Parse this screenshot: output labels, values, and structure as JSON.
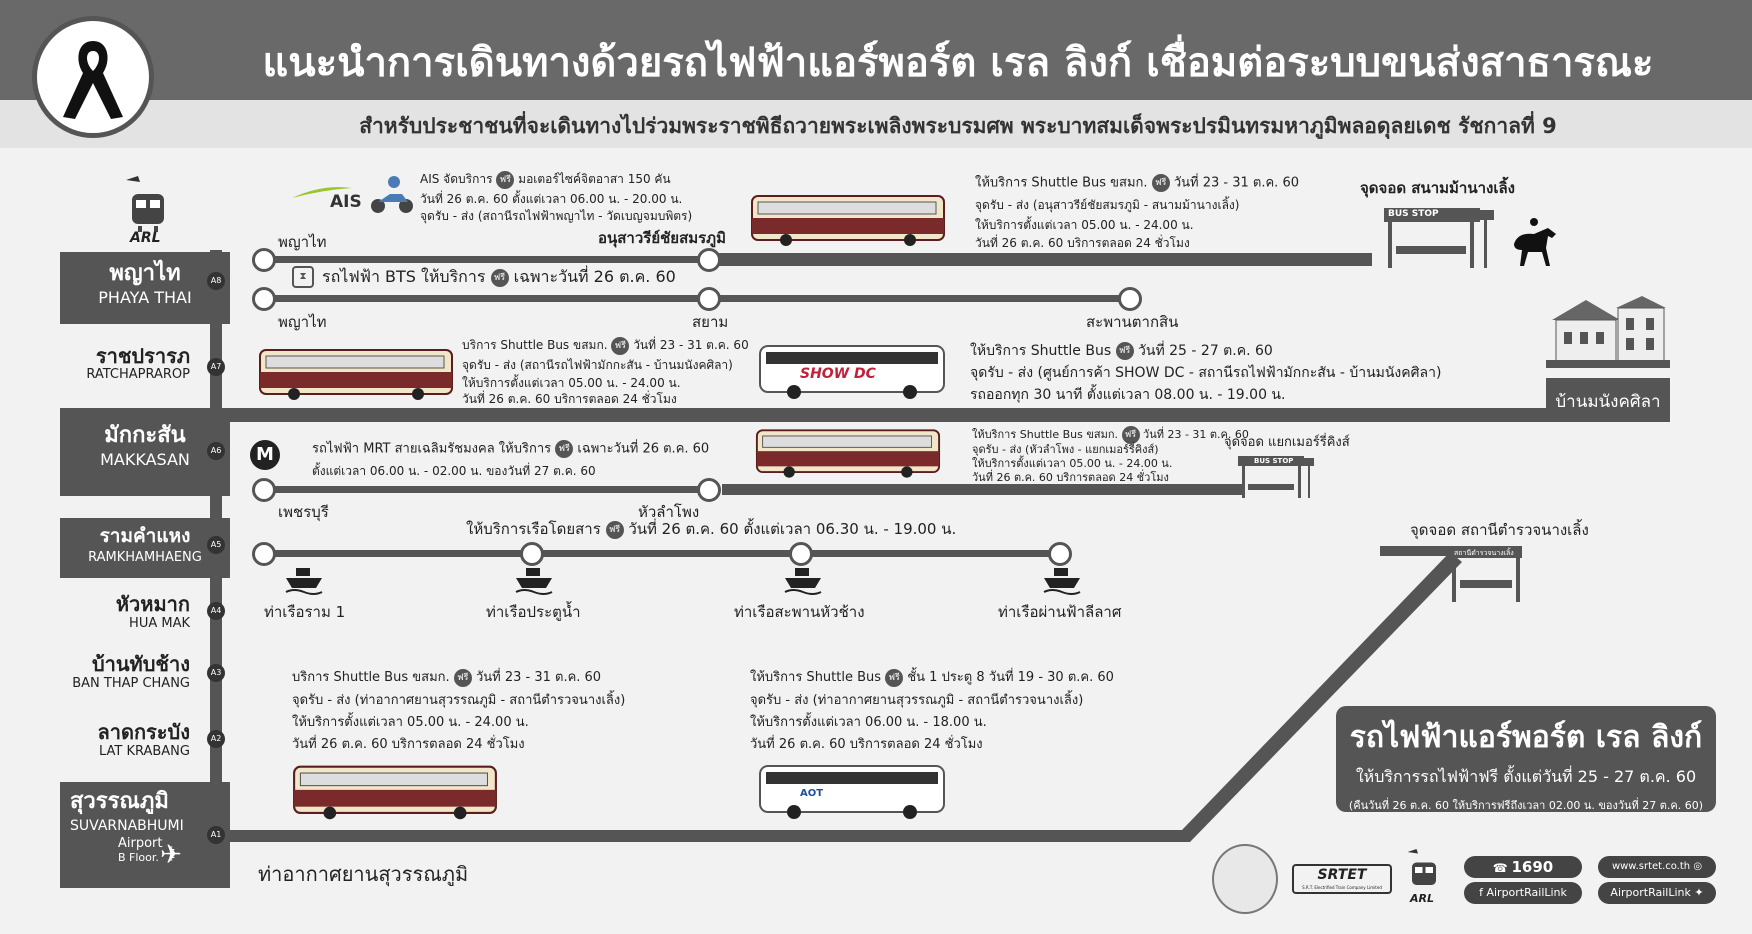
{
  "header": {
    "title": "แนะนำการเดินทางด้วยรถไฟฟ้าแอร์พอร์ต เรล ลิงก์ เชื่อมต่อระบบขนส่งสาธารณะ",
    "subtitle": "สำหรับประชาชนที่จะเดินทางไปร่วมพระราชพิธีถวายพระเพลิงพระบรมศพ พระบาทสมเด็จพระปรมินทรมหาภูมิพลอดุลยเดช รัชกาลที่ 9"
  },
  "arl_logo": "ARL",
  "stations": [
    {
      "th": "พญาไท",
      "en": "PHAYA THAI",
      "code": "A8"
    },
    {
      "th": "ราชปรารภ",
      "en": "RATCHAPRAROP",
      "code": "A7"
    },
    {
      "th": "มักกะสัน",
      "en": "MAKKASAN",
      "code": "A6"
    },
    {
      "th": "รามคำแหง",
      "en": "RAMKHAMHAENG",
      "code": "A5"
    },
    {
      "th": "หัวหมาก",
      "en": "HUA MAK",
      "code": "A4"
    },
    {
      "th": "บ้านทับช้าง",
      "en": "BAN THAP CHANG",
      "code": "A3"
    },
    {
      "th": "ลาดกระบัง",
      "en": "LAT KRABANG",
      "code": "A2"
    },
    {
      "th": "สุวรรณภูมิ",
      "en": "SUVARNABHUMI",
      "code": "A1",
      "extra1": "Airport",
      "extra2": "B Floor."
    }
  ],
  "free_label": "ฟรี",
  "ais": {
    "brand": "AIS",
    "l1a": "AIS จัดบริการ",
    "l1b": "มอเตอร์ไซค์จิตอาสา 150 คัน",
    "l2": "วันที่ 26 ต.ค. 60 ตั้งแต่เวลา 06.00 น. - 20.00 น.",
    "l3": "จุดรับ - ส่ง (สถานีรถไฟฟ้าพญาไท - วัดเบญจมบพิตร)"
  },
  "phayathai_line": {
    "start": "พญาไท",
    "end": "อนุสาวรีย์ชัยสมรภูมิ"
  },
  "shuttle_victory": {
    "l1a": "ให้บริการ Shuttle Bus ขสมก.",
    "l1b": "วันที่ 23 - 31 ต.ค. 60",
    "l2": "จุดรับ - ส่ง (อนุสาวรีย์ชัยสมรภูมิ - สนามม้านางเลิ้ง)",
    "l3": "ให้บริการตั้งแต่เวลา 05.00 น. - 24.00 น.",
    "l4": "วันที่ 26 ต.ค. 60 บริการตลอด 24 ชั่วโมง"
  },
  "stop_nangloeng": {
    "label": "จุดจอด สนามม้านางเลิ้ง",
    "sign": "BUS STOP"
  },
  "bts": {
    "l1a": "รถไฟฟ้า BTS ให้บริการ",
    "l1b": "เฉพาะวันที่ 26 ต.ค. 60",
    "a": "พญาไท",
    "b": "สยาม",
    "c": "สะพานตากสิน"
  },
  "shuttle_ratchaprarop": {
    "l1a": "บริการ Shuttle Bus ขสมก.",
    "l1b": "วันที่ 23 - 31 ต.ค. 60",
    "l2": "จุดรับ - ส่ง (สถานีรถไฟฟ้ามักกะสัน - บ้านมนังคศิลา)",
    "l3": "ให้บริการตั้งแต่เวลา 05.00 น. - 24.00 น.",
    "l4": "วันที่ 26 ต.ค. 60 บริการตลอด 24 ชั่วโมง"
  },
  "showdc": {
    "bus_text": "SHOW DC",
    "l1a": "ให้บริการ Shuttle Bus",
    "l1b": "วันที่ 25 - 27 ต.ค. 60",
    "l2": "จุดรับ - ส่ง (ศูนย์การค้า SHOW DC - สถานีรถไฟฟ้ามักกะสัน - บ้านมนังคศิลา)",
    "l3": "รถออกทุก 30 นาที ตั้งแต่เวลา 08.00 น. - 19.00 น."
  },
  "manangkhasila": "บ้านมนังคศิลา",
  "mrt": {
    "l1a": "รถไฟฟ้า MRT สายเฉลิมรัชมงคล ให้บริการ",
    "l1b": "เฉพาะวันที่ 26 ต.ค. 60",
    "l2": "ตั้งแต่เวลา 06.00 น. - 02.00 น. ของวันที่ 27 ต.ค. 60",
    "a": "เพชรบุรี",
    "b": "หัวลำโพง"
  },
  "shuttle_makkasan": {
    "l1a": "ให้บริการ Shuttle Bus ขสมก.",
    "l1b": "วันที่ 23 - 31 ต.ค. 60",
    "l2": "จุดรับ - ส่ง (หัวลำโพง - แยกเมอร์รี่คิงส์)",
    "l3": "ให้บริการตั้งแต่เวลา 05.00 น. - 24.00 น.",
    "l4": "วันที่ 26 ต.ค. 60 บริการตลอด 24 ชั่วโมง"
  },
  "stop_merrykings": {
    "label": "จุดจอด แยกเมอร์รี่คิงส์",
    "sign": "BUS STOP"
  },
  "boat": {
    "l1a": "ให้บริการเรือโดยสาร",
    "l1b": "วันที่ 26 ต.ค. 60 ตั้งแต่เวลา 06.30 น. - 19.00 น.",
    "piers": [
      "ท่าเรือราม 1",
      "ท่าเรือประตูน้ำ",
      "ท่าเรือสะพานหัวช้าง",
      "ท่าเรือผ่านฟ้าลีลาศ"
    ]
  },
  "stop_police": {
    "label": "จุดจอด สถานีตำรวจนางเลิ้ง",
    "sign": "สถานีตำรวจนางเลิ้ง"
  },
  "shuttle_airport": {
    "l1a": "บริการ Shuttle Bus ขสมก.",
    "l1b": "วันที่ 23 - 31 ต.ค. 60",
    "l2": "จุดรับ - ส่ง (ท่าอากาศยานสุวรรณภูมิ - สถานีตำรวจนางเลิ้ง)",
    "l3": "ให้บริการตั้งแต่เวลา 05.00 น. - 24.00 น.",
    "l4": "วันที่ 26 ต.ค. 60 บริการตลอด 24 ชั่วโมง"
  },
  "aot_shuttle": {
    "bus_text": "AOT",
    "l1a": "ให้บริการ Shuttle Bus",
    "l1b": "ชั้น 1 ประตู 8 วันที่ 19 - 30 ต.ค. 60",
    "l2": "จุดรับ - ส่ง (ท่าอากาศยานสุวรรณภูมิ - สถานีตำรวจนางเลิ้ง)",
    "l3": "ให้บริการตั้งแต่เวลา 06.00 น. - 18.00 น.",
    "l4": "วันที่ 26 ต.ค. 60 บริการตลอด 24 ชั่วโมง"
  },
  "airport_label": "ท่าอากาศยานสุวรรณภูมิ",
  "arl_box": {
    "title": "รถไฟฟ้าแอร์พอร์ต เรล ลิงก์",
    "line": "ให้บริการรถไฟฟ้าฟรี ตั้งแต่วันที่ 25 - 27 ต.ค. 60",
    "note": "(คืนวันที่ 26 ต.ค. 60 ให้บริการฟรีถึงเวลา 02.00 น. ของวันที่ 27 ต.ค. 60)"
  },
  "footer": {
    "srtet": "SRTET",
    "srtet_sub": "S.R.T. Electrified Train Company Limited",
    "hotline": "1690",
    "website": "www.srtet.co.th",
    "facebook": "AirportRailLink",
    "twitter": "AirportRailLink"
  },
  "colors": {
    "dark": "#555555",
    "header": "#696969",
    "bus_red": "#7a2a2a",
    "bus_cream": "#f2e6c8"
  }
}
